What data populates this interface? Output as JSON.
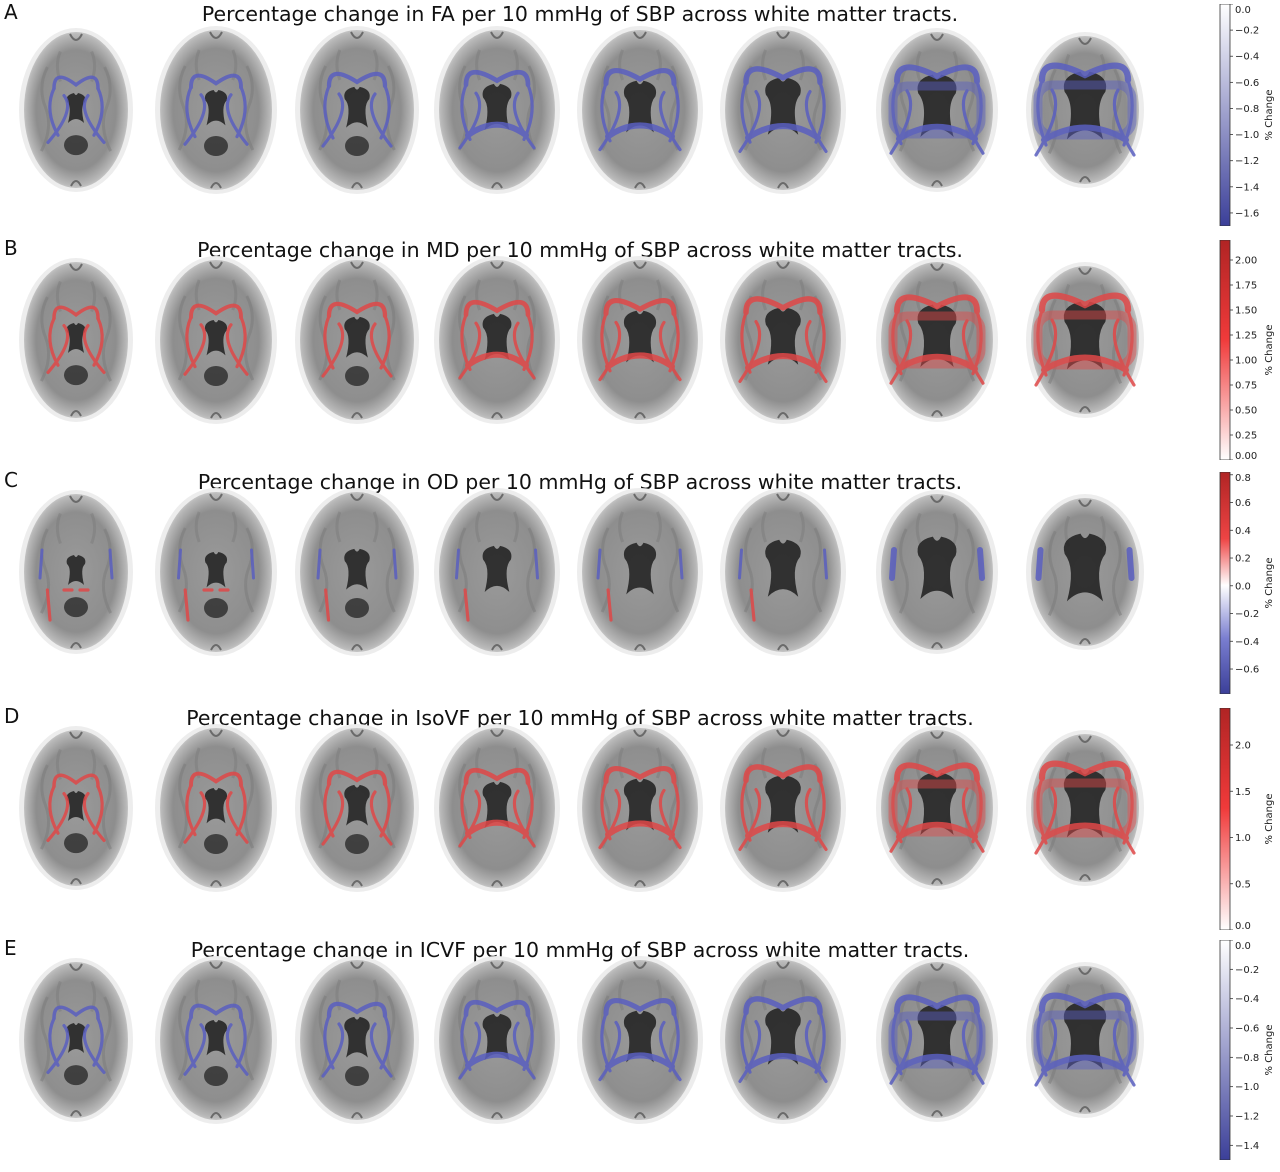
{
  "figure": {
    "panels": [
      {
        "letter": "A",
        "title": "Percentage change in FA per 10 mmHg of SBP across white matter tracts.",
        "colormap": "blue",
        "colorbar": {
          "label": "% Change",
          "min": -1.7,
          "max": 0.0,
          "ticks": [
            "0.0",
            "−0.2",
            "−0.4",
            "−0.6",
            "−0.8",
            "−1.0",
            "−1.2",
            "−1.4",
            "−1.6"
          ]
        },
        "color_hex": "#5a5fc0"
      },
      {
        "letter": "B",
        "title": "Percentage change in MD per 10 mmHg of SBP across white matter tracts.",
        "colormap": "red",
        "colorbar": {
          "label": "% Change",
          "min": 0.0,
          "max": 2.2,
          "ticks": [
            "2.00",
            "1.75",
            "1.50",
            "1.25",
            "1.00",
            "0.75",
            "0.50",
            "0.25",
            "0.00"
          ]
        },
        "color_hex": "#e04848"
      },
      {
        "letter": "C",
        "title": "Percentage change in OD per 10 mmHg of SBP across white matter tracts.",
        "colormap": "diverging",
        "colorbar": {
          "label": "% Change",
          "min": -0.78,
          "max": 0.82,
          "ticks": [
            "0.8",
            "0.6",
            "0.4",
            "0.2",
            "0.0",
            "−0.2",
            "−0.4",
            "−0.6"
          ]
        },
        "color_hex": "#5a5fc0"
      },
      {
        "letter": "D",
        "title": "Percentage change in IsoVF per 10 mmHg of SBP across white matter tracts.",
        "colormap": "red",
        "colorbar": {
          "label": "% Change",
          "min": 0.0,
          "max": 2.4,
          "ticks": [
            "2.0",
            "1.5",
            "1.0",
            "0.5",
            "0.0"
          ]
        },
        "color_hex": "#e04848"
      },
      {
        "letter": "E",
        "title": "Percentage change in ICVF per 10 mmHg of SBP across white matter tracts.",
        "colormap": "blue",
        "colorbar": {
          "label": "% Change",
          "min": -1.5,
          "max": 0.0,
          "ticks": [
            "0.0",
            "−0.2",
            "−0.4",
            "−0.6",
            "−0.8",
            "−1.0",
            "−1.2",
            "−1.4"
          ]
        },
        "color_hex": "#5a5fc0"
      }
    ],
    "slices_per_panel": 8
  }
}
